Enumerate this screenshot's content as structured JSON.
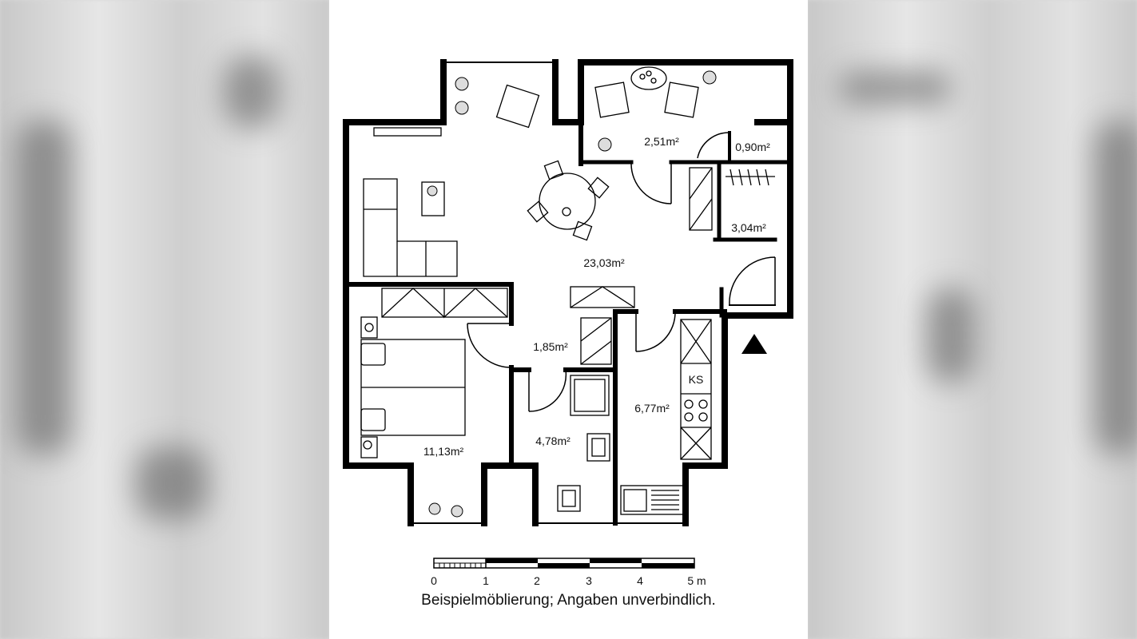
{
  "rooms": {
    "living": "23,03m²",
    "loggia": "2,51m²",
    "storage_small": "0,90m²",
    "closet": "3,04m²",
    "hall": "1,85m²",
    "bedroom": "11,13m²",
    "bath": "4,78m²",
    "kitchen": "6,77m²",
    "fridge": "KS"
  },
  "scale": {
    "ticks": [
      "0",
      "1",
      "2",
      "3",
      "4",
      "5 m"
    ]
  },
  "caption": "Beispielmöblierung; Angaben unverbindlich.",
  "colors": {
    "wall": "#000000",
    "paper": "#ffffff",
    "background": "#d9d9d9"
  }
}
